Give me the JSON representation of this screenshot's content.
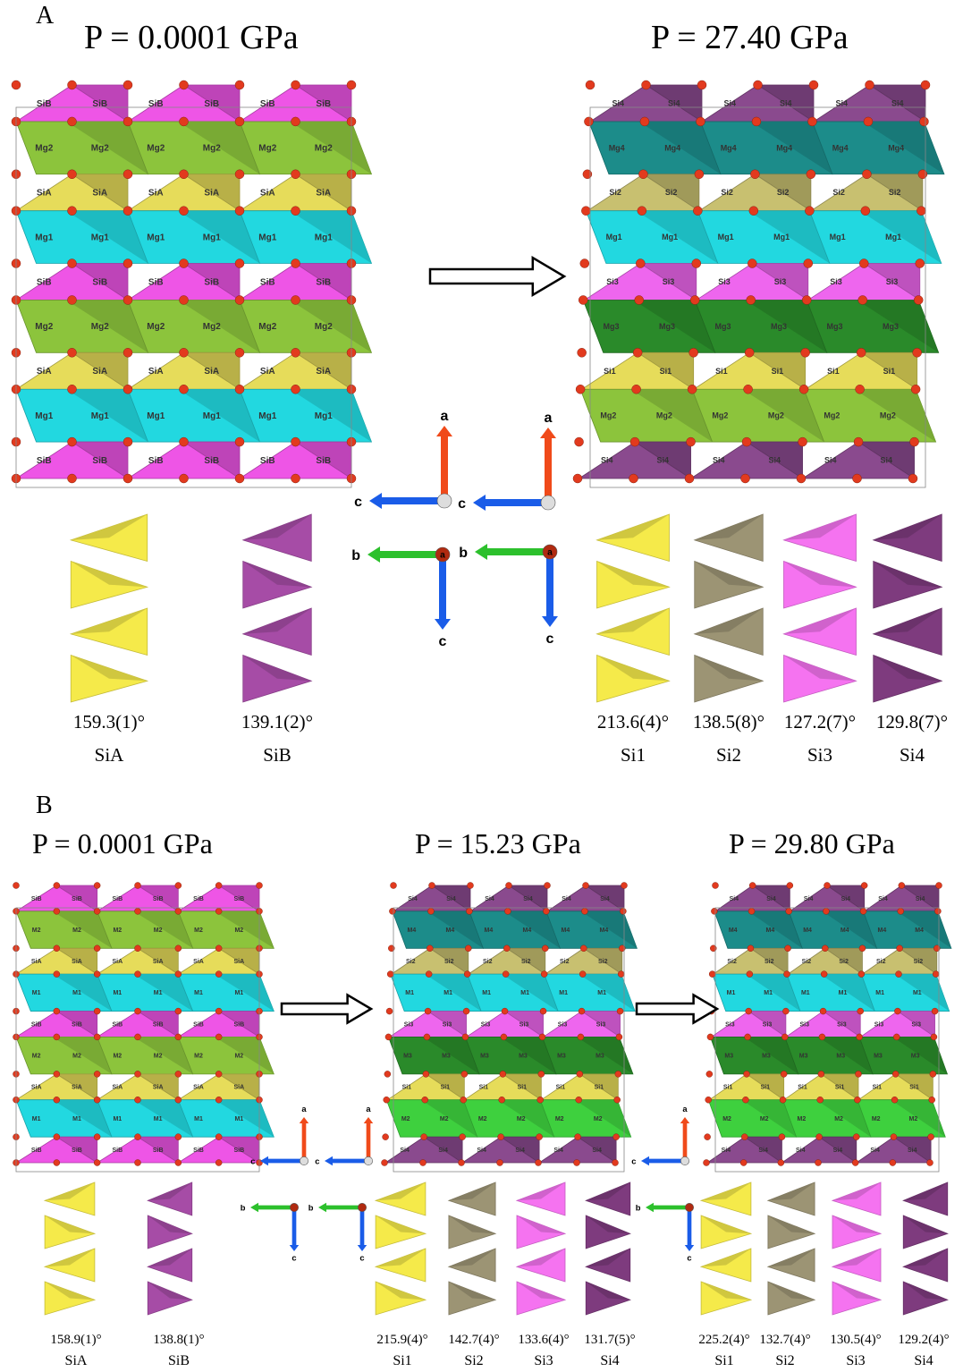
{
  "panels": {
    "A": {
      "letter": "A",
      "left_title": "P = 0.0001 GPa",
      "right_title": "P = 27.40 GPa",
      "left_structure": {
        "layers": [
          "SiB",
          "Mg2",
          "SiA",
          "Mg1",
          "SiB",
          "Mg2",
          "SiA",
          "Mg1",
          "SiB"
        ],
        "labels": {
          "SiB": "SiB",
          "Mg2": "Mg2",
          "SiA": "SiA",
          "Mg1": "Mg1"
        }
      },
      "right_structure": {
        "layers": [
          "Si4",
          "Mg4",
          "Si2",
          "Mg1",
          "Si3",
          "Mg3",
          "Si1",
          "Mg2",
          "Si4"
        ],
        "labels": {
          "Si4": "Si4",
          "Mg4": "Mg4",
          "Si2": "Si2",
          "Si1": "Si1",
          "Mg1": "Mg1",
          "Si3": "Si3",
          "Mg3": "Mg3",
          "Mg2": "Mg2"
        }
      },
      "chains_left": [
        {
          "angle": "159.3(1)°",
          "site": "SiA",
          "color": "#f5ea4a"
        },
        {
          "angle": "139.1(2)°",
          "site": "SiB",
          "color": "#a64ca6"
        }
      ],
      "chains_right": [
        {
          "angle": "213.6(4)°",
          "site": "Si1",
          "color": "#f5ea4a"
        },
        {
          "angle": "138.5(8)°",
          "site": "Si2",
          "color": "#9c9474"
        },
        {
          "angle": "127.2(7)°",
          "site": "Si3",
          "color": "#f573f0"
        },
        {
          "angle": "129.8(7)°",
          "site": "Si4",
          "color": "#7e3b7e"
        }
      ]
    },
    "B": {
      "letter": "B",
      "titles": [
        "P = 0.0001 GPa",
        "P = 15.23 GPa",
        "P = 29.80 GPa"
      ],
      "left_structure": {
        "layers": [
          "SiB",
          "M2",
          "SiA",
          "M1",
          "SiB",
          "M2",
          "SiA",
          "M1",
          "SiB"
        ],
        "labels": {
          "SiB": "SiB",
          "M2": "M2",
          "SiA": "SiA",
          "M1": "M1"
        }
      },
      "mid_structure": {
        "layers": [
          "Si4",
          "M4",
          "Si2",
          "M1",
          "Si3",
          "M3",
          "Si1",
          "M2",
          "Si4"
        ],
        "labels": {
          "Si4": "Si4",
          "M4": "M4",
          "Si2": "Si2",
          "M1": "M1",
          "Si3": "Si3",
          "M3": "M3",
          "Si1": "Si1",
          "M2": "M2"
        }
      },
      "right_structure": {
        "layers": [
          "Si4",
          "M4",
          "Si2",
          "M1",
          "Si3",
          "M3",
          "Si1",
          "M2",
          "Si4"
        ],
        "labels": {
          "Si4": "Si4",
          "M4": "M4",
          "Si2": "Si2",
          "M1": "M1",
          "Si3": "Si3",
          "M3": "M3",
          "Si1": "Si1",
          "M2": "M2"
        }
      },
      "chains_left": [
        {
          "angle": "158.9(1)°",
          "site": "SiA",
          "color": "#f5ea4a"
        },
        {
          "angle": "138.8(1)°",
          "site": "SiB",
          "color": "#a64ca6"
        }
      ],
      "chains_mid": [
        {
          "angle": "215.9(4)°",
          "site": "Si1",
          "color": "#f5ea4a"
        },
        {
          "angle": "142.7(4)°",
          "site": "Si2",
          "color": "#9c9474"
        },
        {
          "angle": "133.6(4)°",
          "site": "Si3",
          "color": "#f573f0"
        },
        {
          "angle": "131.7(5)°",
          "site": "Si4",
          "color": "#7e3b7e"
        }
      ],
      "chains_right": [
        {
          "angle": "225.2(4)°",
          "site": "Si1",
          "color": "#f5ea4a"
        },
        {
          "angle": "132.7(4)°",
          "site": "Si2",
          "color": "#9c9474"
        },
        {
          "angle": "130.5(4)°",
          "site": "Si3",
          "color": "#f573f0"
        },
        {
          "angle": "129.2(4)°",
          "site": "Si4",
          "color": "#7e3b7e"
        }
      ]
    }
  },
  "axes": {
    "a": "a",
    "b": "b",
    "c": "c"
  },
  "layer_colors": {
    "SiB": "#ee55e6",
    "SiA": "#e6dc5a",
    "Mg2": "#8cc43c",
    "Mg1": "#22d8e0",
    "Si4": "#8a4a8e",
    "Mg4": "#1c8c8a",
    "Si2": "#c8c070",
    "Si3": "#ee66ee",
    "Mg3": "#2a8a2a",
    "Si1": "#e6dc5a",
    "M2": "#8cc43c",
    "M1": "#22d8e0",
    "M4": "#1c8c8a",
    "M3": "#2a8a2a"
  },
  "b_mid_m2_color": "#3ed03e",
  "oxygen_color": "#e23a1e",
  "arrow_color": "#ffffff"
}
